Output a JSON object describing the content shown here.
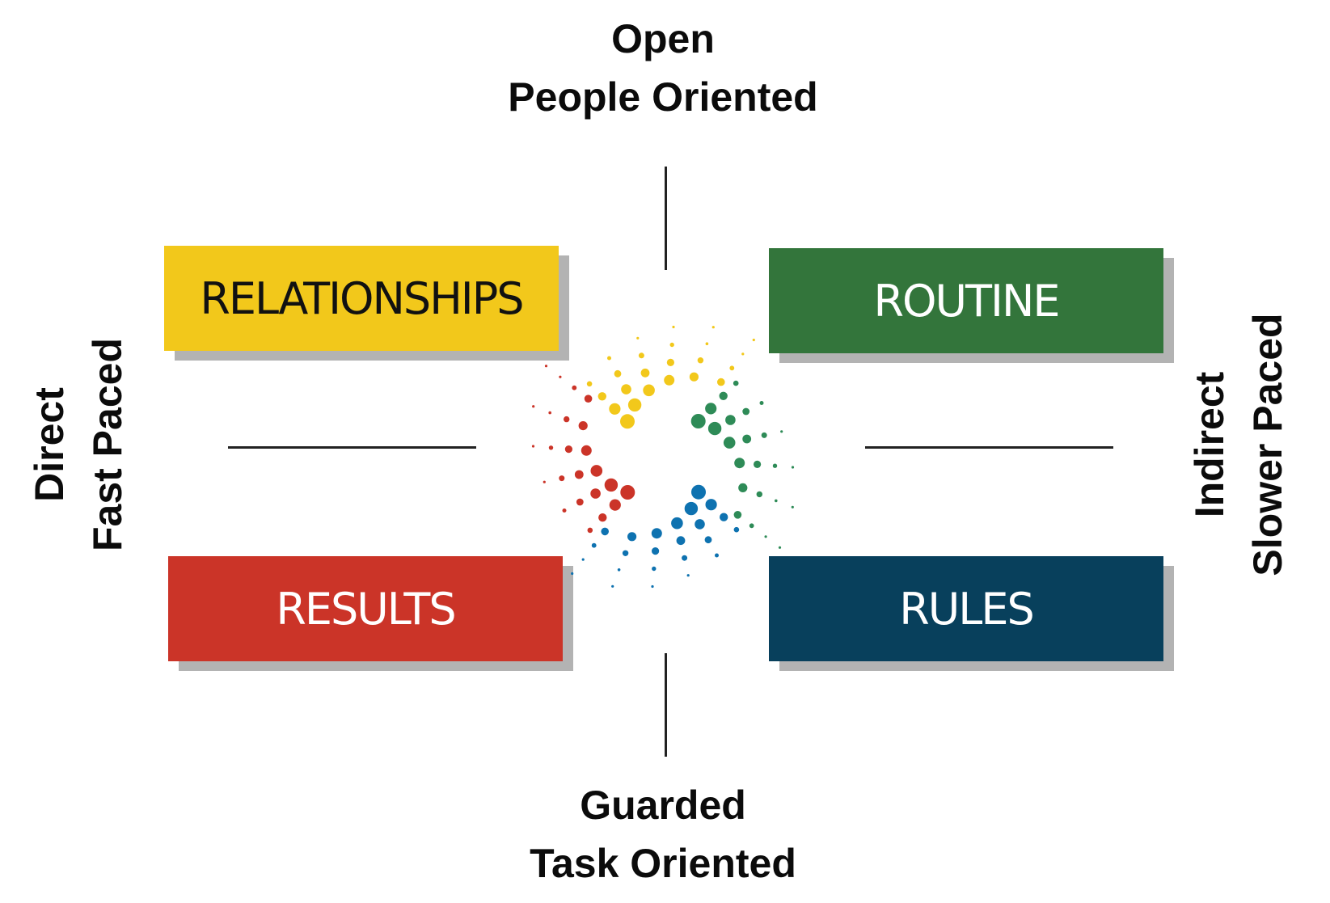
{
  "axes": {
    "top": {
      "line1": "Open",
      "line2": "People Oriented"
    },
    "bottom": {
      "line1": "Guarded",
      "line2": "Task Oriented"
    },
    "left": {
      "line1": "Direct",
      "line2": "Fast Paced"
    },
    "right": {
      "line1": "Indirect",
      "line2": "Slower Paced"
    }
  },
  "quadrants": {
    "top_left": {
      "label": "RELATIONSHIPS",
      "color": "#f2c81b"
    },
    "top_right": {
      "label": "ROUTINE",
      "color": "#33753b"
    },
    "bottom_left": {
      "label": "RESULTS",
      "color": "#cb3428"
    },
    "bottom_right": {
      "label": "RULES",
      "color": "#08405c"
    }
  },
  "logo": {
    "icon": "dotted-pinwheel-icon",
    "colors": [
      "#f2c81b",
      "#2e8b57",
      "#0e72b0",
      "#cb3428"
    ]
  }
}
